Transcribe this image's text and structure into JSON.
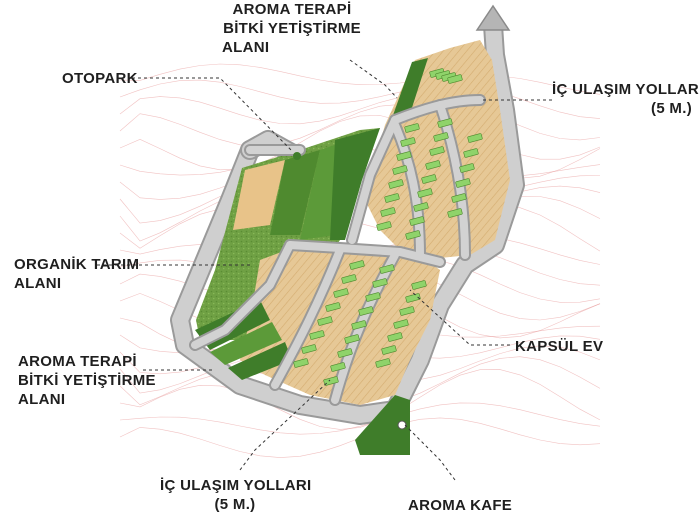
{
  "labels": {
    "aroma_top": {
      "lines": [
        "AROMA TERAPİ",
        "BİTKİ YETİŞTİRME",
        "ALANI"
      ]
    },
    "otopark": {
      "lines": [
        "OTOPARK"
      ]
    },
    "ic_ulasim_top": {
      "lines": [
        "İÇ ULAŞIM YOLLARI",
        "(5 M.)"
      ]
    },
    "organik": {
      "lines": [
        "ORGANİK TARIM",
        "ALANI"
      ]
    },
    "kapsul": {
      "lines": [
        "KAPSÜL EV"
      ]
    },
    "aroma_bottom": {
      "lines": [
        "AROMA TERAPİ",
        "BİTKİ YETİŞTİRME",
        "ALANI"
      ]
    },
    "ic_ulasim_bottom": {
      "lines": [
        "İÇ ULAŞIM YOLLARI",
        "(5 M.)"
      ]
    },
    "kafe": {
      "lines": [
        "AROMA KAFE"
      ]
    }
  },
  "colors": {
    "road": "#c9c9c9",
    "road_edge": "#9a9a9a",
    "lawn_light": "#7fae49",
    "lawn_dark": "#3f7d2a",
    "parcel_tan": "#e3c28f",
    "capsule": "#8fd36a",
    "contour": "#e59090",
    "leader": "#333333"
  }
}
